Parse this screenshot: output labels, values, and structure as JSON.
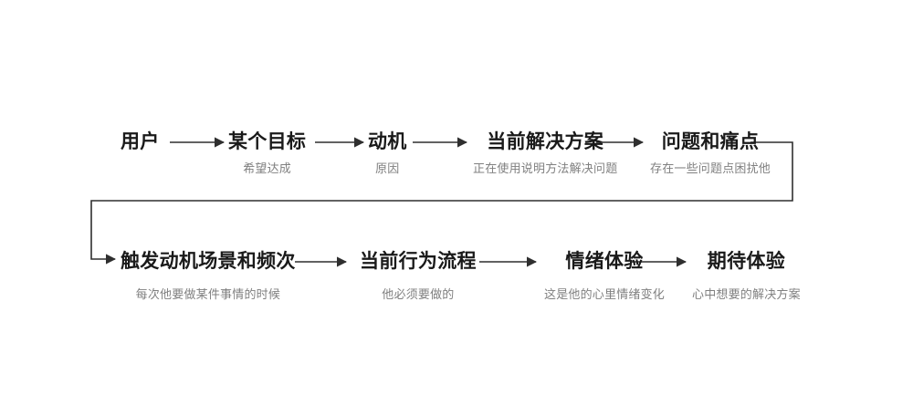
{
  "page": {
    "background_color": "#ffffff",
    "label_color": "#1a1a1a",
    "subtitle_color": "#808080",
    "line_color": "#2f2f2f"
  },
  "diagram": {
    "type": "flowchart",
    "rows": [
      {
        "nodes": [
          {
            "label": "用户"
          },
          {
            "label": "某个目标",
            "subtitle": "希望达成"
          },
          {
            "label": "动机",
            "subtitle": "原因"
          },
          {
            "label": "当前解决方案",
            "subtitle": "正在使用说明方法解决问题"
          },
          {
            "label": "问题和痛点",
            "subtitle": "存在一些问题点困扰他"
          }
        ]
      },
      {
        "nodes": [
          {
            "label": "触发动机场景和频次",
            "subtitle": "每次他要做某件事情的时候"
          },
          {
            "label": "当前行为流程",
            "subtitle": "他必须要做的"
          },
          {
            "label": "情绪体验",
            "subtitle": "这是他的心里情绪变化"
          },
          {
            "label": "期待体验",
            "subtitle": "心中想要的解决方案"
          }
        ]
      }
    ]
  }
}
